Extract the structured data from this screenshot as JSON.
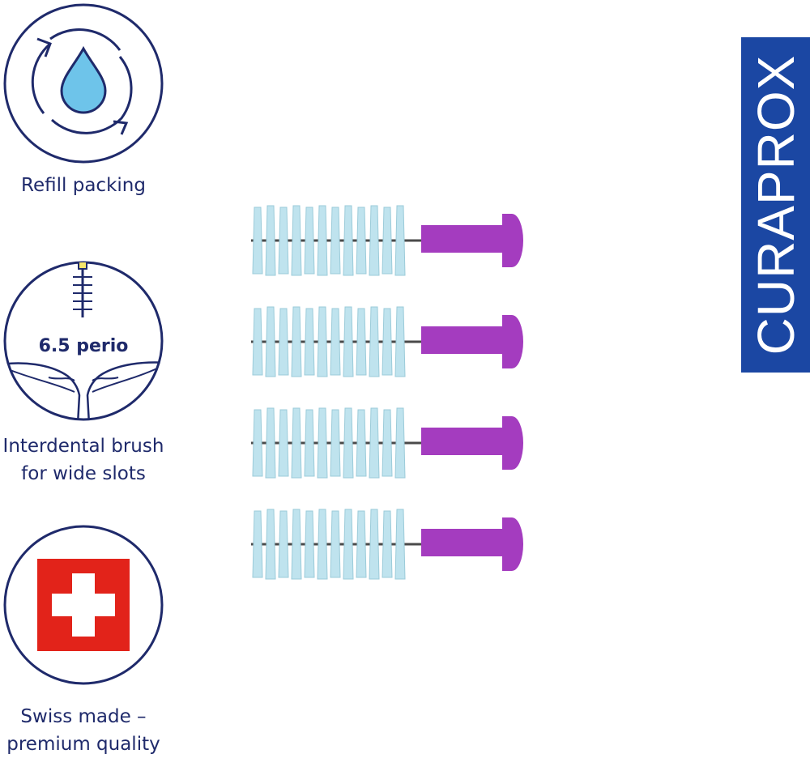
{
  "features": [
    {
      "label": "Refill packing",
      "icon": "refill-drop-icon"
    },
    {
      "label_lines": [
        "Interdental brush",
        "for wide slots"
      ],
      "icon": "interdental-brush-icon",
      "badge": "6.5 perio"
    },
    {
      "label_lines": [
        "Swiss made –",
        "premium quality"
      ],
      "icon": "swiss-flag-icon"
    }
  ],
  "brand": {
    "name": "CURAPROX",
    "color": "#1b47a3"
  },
  "product": {
    "brush_count": 4,
    "bristle_color": "#bfe3ee",
    "handle_color": "#a43cbf"
  },
  "colors": {
    "text": "#1f2a6b",
    "drop": "#6ec4ea",
    "flag": "#e2231a"
  }
}
